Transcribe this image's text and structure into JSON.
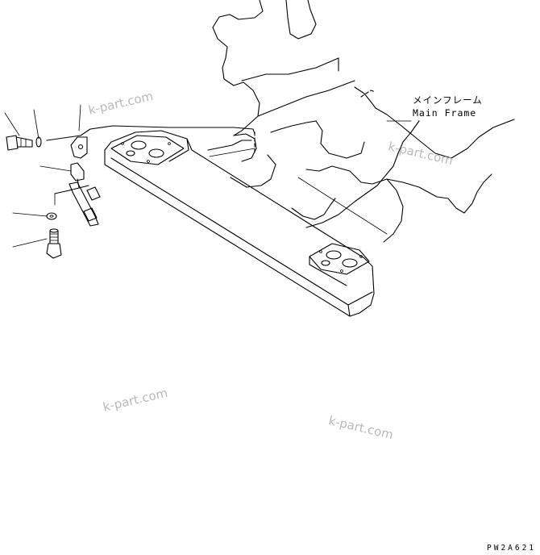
{
  "labels": {
    "main_frame_jp": "メインフレーム",
    "main_frame_en": "Main Frame"
  },
  "watermarks": [
    "k-part.com",
    "k-part.com",
    "k-part.com",
    "k-part.com"
  ],
  "drawing_code": "PW2A621"
}
